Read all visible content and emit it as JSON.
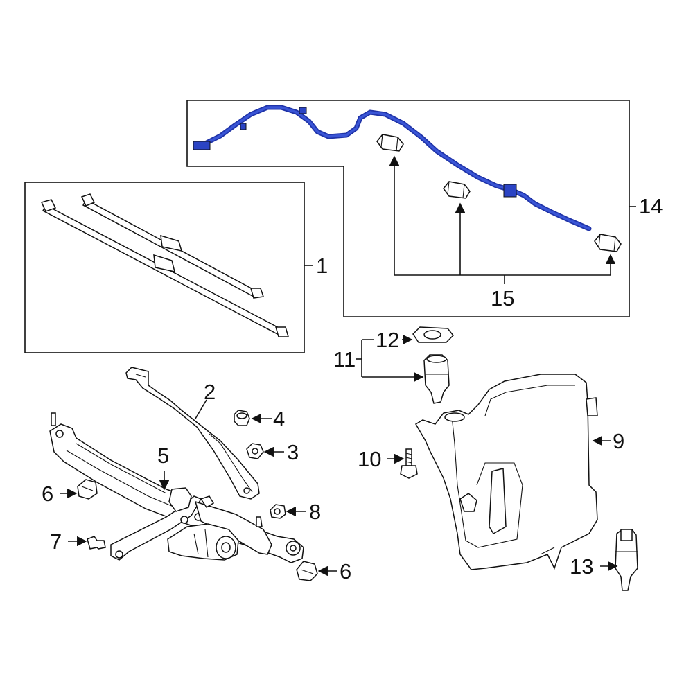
{
  "callouts": {
    "c1": "1",
    "c2": "2",
    "c3": "3",
    "c4": "4",
    "c5": "5",
    "c6a": "6",
    "c6b": "6",
    "c7": "7",
    "c8": "8",
    "c9": "9",
    "c10": "10",
    "c11": "11",
    "c12": "12",
    "c13": "13",
    "c14": "14",
    "c15": "15"
  },
  "colors": {
    "highlight": "#2b44c4",
    "line": "#111111",
    "background": "#ffffff"
  }
}
